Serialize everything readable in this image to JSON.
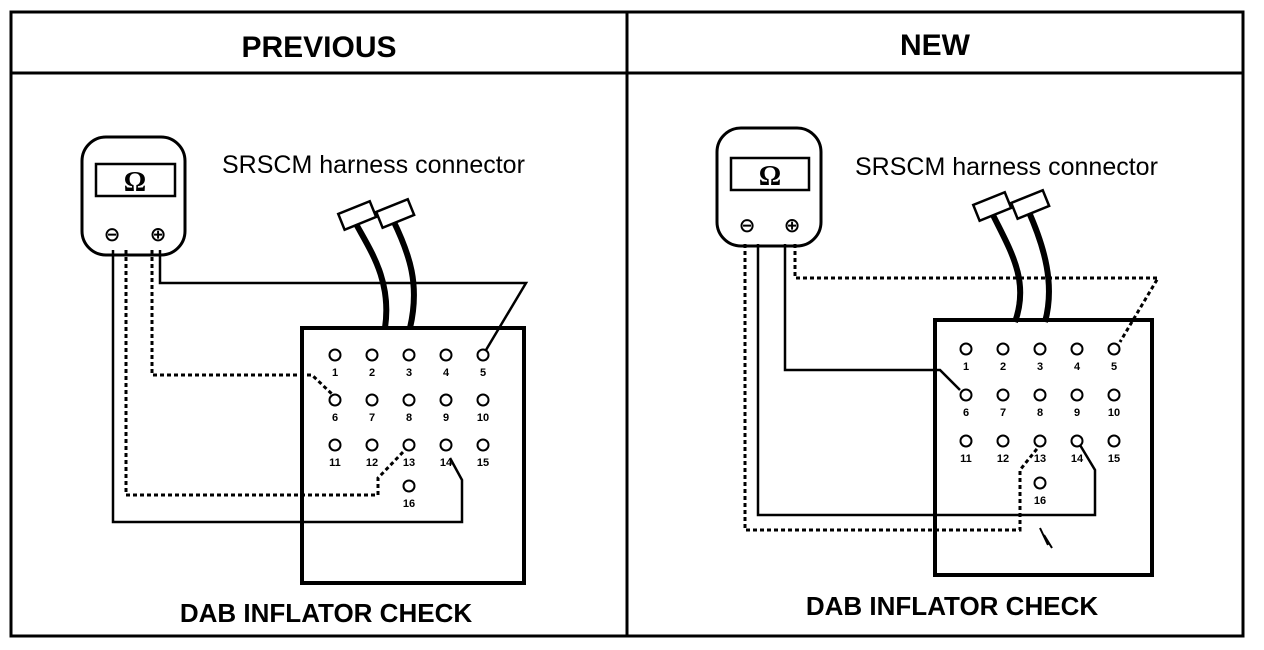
{
  "panels": [
    {
      "id": "previous",
      "header": "PREVIOUS",
      "connector_label": "SRSCM harness connector",
      "footer": "DAB INFLATOR CHECK",
      "meter": {
        "display": "Ω",
        "negative_symbol": "⊖",
        "positive_symbol": "⊕"
      },
      "pins": [
        "1",
        "2",
        "3",
        "4",
        "5",
        "6",
        "7",
        "8",
        "9",
        "10",
        "11",
        "12",
        "13",
        "14",
        "15",
        "16"
      ],
      "connections": [
        {
          "meter_terminal": "positive",
          "pin": "5",
          "style": "solid"
        },
        {
          "meter_terminal": "positive",
          "pin": "6",
          "style": "dashed"
        },
        {
          "meter_terminal": "negative",
          "pin": "13",
          "style": "dashed"
        },
        {
          "meter_terminal": "negative",
          "pin": "14",
          "style": "solid"
        }
      ]
    },
    {
      "id": "new",
      "header": "NEW",
      "connector_label": "SRSCM harness connector",
      "footer": "DAB INFLATOR CHECK",
      "meter": {
        "display": "Ω",
        "negative_symbol": "⊖",
        "positive_symbol": "⊕"
      },
      "pins": [
        "1",
        "2",
        "3",
        "4",
        "5",
        "6",
        "7",
        "8",
        "9",
        "10",
        "11",
        "12",
        "13",
        "14",
        "15",
        "16"
      ],
      "connections": [
        {
          "meter_terminal": "positive",
          "pin": "5",
          "style": "dashed"
        },
        {
          "meter_terminal": "positive",
          "pin": "6",
          "style": "solid"
        },
        {
          "meter_terminal": "negative",
          "pin": "13",
          "style": "dashed"
        },
        {
          "meter_terminal": "negative",
          "pin": "14",
          "style": "solid"
        }
      ]
    }
  ]
}
